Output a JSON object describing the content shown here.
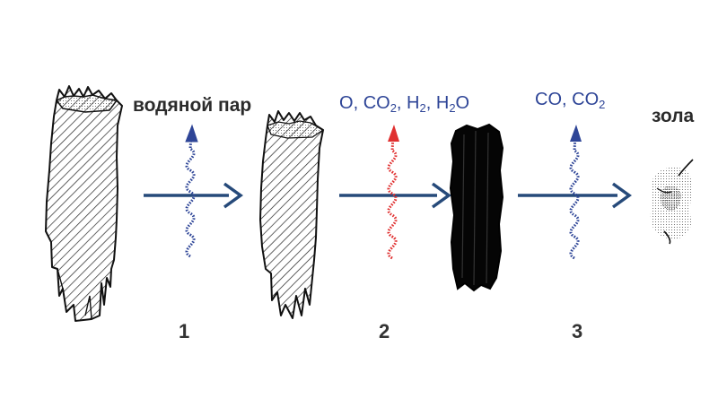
{
  "labels": {
    "water_vapor": "водяной пар",
    "ash": "зола"
  },
  "gases": {
    "stage2": [
      {
        "text": "O",
        "sub": ""
      },
      {
        "text": "CO",
        "sub": "2"
      },
      {
        "text": "H",
        "sub": "2"
      },
      {
        "text": "H",
        "sub": "2",
        "tail": "O"
      }
    ],
    "stage3": [
      {
        "text": "CO",
        "sub": ""
      },
      {
        "text": "CO",
        "sub": "2"
      }
    ]
  },
  "steps": [
    "1",
    "2",
    "3"
  ],
  "colors": {
    "arrow": "#264a7a",
    "wave_blue": "#2e4597",
    "wave_red": "#e03030",
    "ink": "#1a1a1a"
  }
}
